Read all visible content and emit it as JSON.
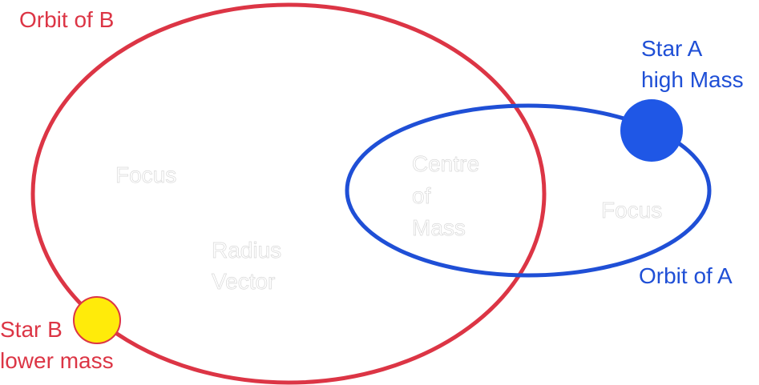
{
  "colors": {
    "orbit_b": "#dc3545",
    "orbit_a": "#1f4fd6",
    "star_a": "#1f57e6",
    "star_b": "#ffeb0a",
    "star_b_outline": "#dc3545",
    "ghost_text": "#d8d8d8"
  },
  "labels": {
    "orbit_b": "Orbit of B",
    "orbit_a": "Orbit of A",
    "star_a_line1": "Star A",
    "star_a_line2": "high Mass",
    "star_b_line1": "Star B",
    "star_b_line2": "lower mass",
    "focus_left": "Focus",
    "focus_right": "Focus",
    "radius_vector_line1": "Radius",
    "radius_vector_line2": "Vector",
    "centre_of_mass_line1": "Centre",
    "centre_of_mass_line2": "of",
    "centre_of_mass_line3": "Mass"
  }
}
